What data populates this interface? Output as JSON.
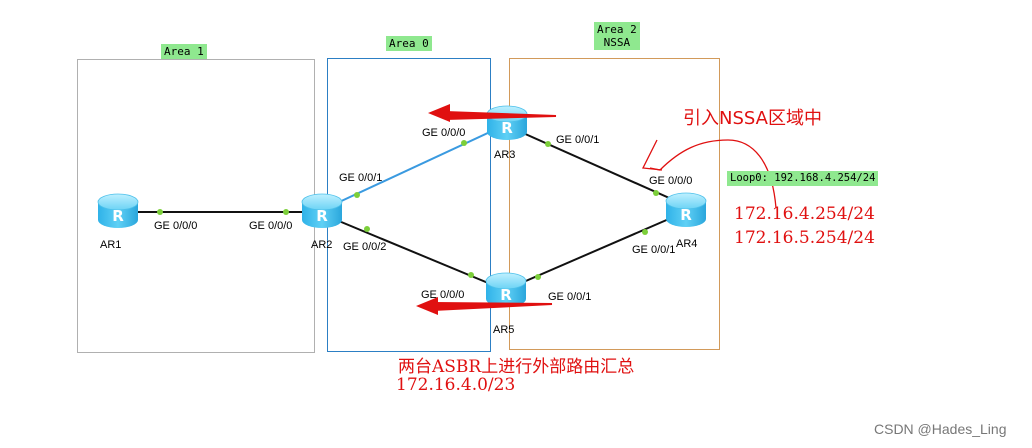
{
  "areas": {
    "area1": "Area 1",
    "area0": "Area 0",
    "area2": "Area 2\n NSSA"
  },
  "routers": {
    "ar1": "AR1",
    "ar2": "AR2",
    "ar3": "AR3",
    "ar4": "AR4",
    "ar5": "AR5",
    "icon_glyph": "R"
  },
  "ports": {
    "ar1_g000": "GE 0/0/0",
    "ar2_g000": "GE 0/0/0",
    "ar2_g001": "GE 0/0/1",
    "ar2_g002": "GE 0/0/2",
    "ar3_g000": "GE 0/0/0",
    "ar3_g001": "GE 0/0/1",
    "ar4_g000": "GE 0/0/0",
    "ar4_g001": "GE 0/0/1",
    "ar5_g000": "GE 0/0/0",
    "ar5_g001": "GE 0/0/1"
  },
  "loopback": "Loop0: 192.168.4.254/24",
  "annotations": {
    "import_nssa": "引入NSSA区域中",
    "ip1": "172.16.4.254/24",
    "ip2": "172.16.5.254/24",
    "summary_line1": "两台ASBR上进行外部路由汇总",
    "summary_line2": "172.16.4.0/23"
  },
  "watermark": "CSDN @Hades_Ling",
  "colors": {
    "area1_border": "#b0b0b0",
    "area0_border": "#2c7fc4",
    "area2_border": "#d29a5a",
    "area_label_bg": "#8fe88f",
    "link_black": "#111111",
    "link_blue": "#3a9ae0",
    "port_dot": "#7ccf3a",
    "annotation_red": "#e01010"
  }
}
